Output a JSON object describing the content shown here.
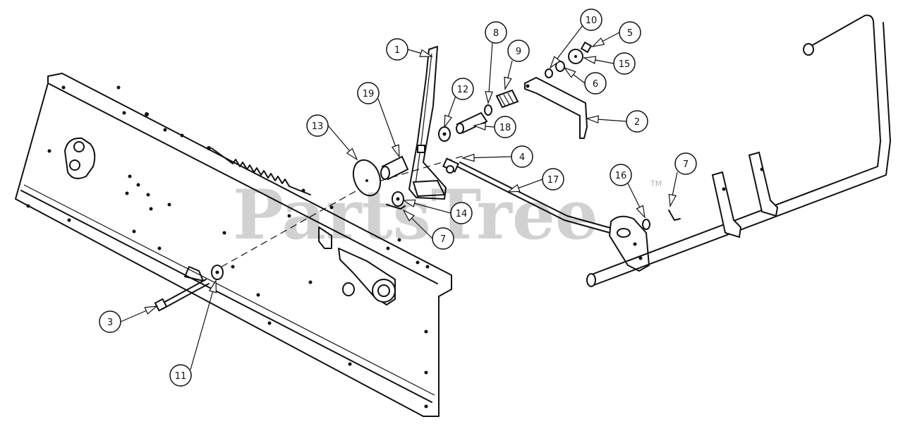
{
  "watermark": {
    "text": "PartsTree",
    "mark": "TM"
  },
  "callouts": [
    {
      "id": "c1",
      "label": "1"
    },
    {
      "id": "c2",
      "label": "2"
    },
    {
      "id": "c3",
      "label": "3"
    },
    {
      "id": "c4",
      "label": "4"
    },
    {
      "id": "c5",
      "label": "5"
    },
    {
      "id": "c6",
      "label": "6"
    },
    {
      "id": "c7a",
      "label": "7"
    },
    {
      "id": "c7b",
      "label": "7"
    },
    {
      "id": "c8",
      "label": "8"
    },
    {
      "id": "c9",
      "label": "9"
    },
    {
      "id": "c10",
      "label": "10"
    },
    {
      "id": "c11",
      "label": "11"
    },
    {
      "id": "c12",
      "label": "12"
    },
    {
      "id": "c13",
      "label": "13"
    },
    {
      "id": "c14",
      "label": "14"
    },
    {
      "id": "c15",
      "label": "15"
    },
    {
      "id": "c16",
      "label": "16"
    },
    {
      "id": "c17",
      "label": "17"
    },
    {
      "id": "c18",
      "label": "18"
    },
    {
      "id": "c19",
      "label": "19"
    }
  ]
}
